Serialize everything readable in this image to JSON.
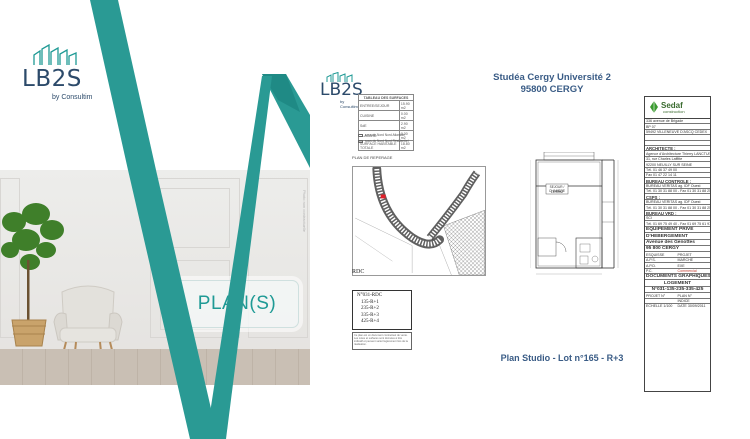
{
  "brand": {
    "name": "LB2S",
    "byline": "by Consultim"
  },
  "hero": {
    "badge_label": "PLAN(S)",
    "photo_credit": "Photo non contractuelle"
  },
  "colors": {
    "teal": "#1f9a95",
    "navy": "#2c4a6a",
    "caption_blue": "#3a5c86"
  },
  "sheet": {
    "logo_name": "LB2S",
    "logo_sub": "by Consultim",
    "address_line1": "Studéa Cergy Université 2",
    "address_line2": "95800 CERGY",
    "surface_table": {
      "title": "TABLEAU DES SURFACES",
      "rows": [
        {
          "label": "ENTREE/SEJOUR",
          "value": "15.90 m2"
        },
        {
          "label": "CUISINE",
          "value": "0.00 m2"
        },
        {
          "label": "SdE",
          "value": "2.90 m2"
        },
        {
          "label": "PLACARD",
          "value": "0.00 m2"
        }
      ],
      "total_label": "SURFACE HABITABLE TOTALE",
      "total_value": "18.80 m2"
    },
    "legend": [
      {
        "label": "sous du Nord Nord Atlantide"
      },
      {
        "label": "sous du Nord Nord Résidentiel"
      }
    ],
    "situation_title": "PLAN DE REPERAGE",
    "level_label": "RDC",
    "lot_numbers": [
      "N°031-RDC",
      "135-R+1",
      "235-R+2",
      "335-R+3",
      "425-R+4"
    ],
    "note": "Ce plan est un document contractuel de vente. Les cotes et surfaces sont données à titre indicatif et peuvent varier légèrement lors de la réalisation.",
    "room_label": "SEJOUR / CHAMBRE",
    "room_area": "15.90m2",
    "caption": "Plan Studio  -  Lot n°165  -  R+3"
  },
  "title_block": {
    "logo_name": "Sedaf",
    "logo_sub": "construction",
    "lines": [
      "336 avenue de Brigade",
      "BP 07",
      "59492 VILLENEUVE D'ASCQ CEDEX",
      "",
      "",
      "ARCHITECTE :",
      "Agence d'Architecture Thierry LANCTUIT",
      "31, rue Charles Laffitte",
      "92200 NEUILLY SUR SEINE",
      "Tél. 01 46 37 49 00",
      "Fax 01 47 22 14 11",
      "BUREAU CONTROLE :",
      "BUREAU VERITAS ag. IDF Ouest",
      "Tél. 01 30 31 88 00 - Fax 01 30 31 88 25",
      "CSPS :",
      "BUREAU VERITAS ag. IDF Ouest",
      "Tél. 01 30 31 88 00 - Fax 01 30 31 88 25",
      "BUREAU VRD :",
      "SCI",
      "Tél. 01 69 75 49 40 - Fax 01 69 75 61 97"
    ],
    "program_lines": [
      "EQUIPEMENT PRIVE",
      "D'HEBERGEMENT",
      "Avenue des Genottes",
      "95 800 CERGY"
    ],
    "phase_rows": [
      {
        "left": "ESQUISSE",
        "right": "PROJET"
      },
      {
        "left": "A.P.S.",
        "right": "MARCHE"
      },
      {
        "left": "A.P.D.",
        "right": "EXE"
      },
      {
        "left": "P.C.",
        "right": "Commercial"
      }
    ],
    "doc_lines": [
      "DOCUMENTS GRAPHIQUES",
      "LOGEMENT",
      "N°031-135-235-335-425"
    ],
    "footer_rows": [
      {
        "left": "PROJET N°",
        "right": "PLAN N°"
      },
      {
        "left": "",
        "right": "INDICE"
      },
      {
        "left": "ECHELLE 1/100",
        "right": "DATE 30/09/2011"
      }
    ]
  }
}
